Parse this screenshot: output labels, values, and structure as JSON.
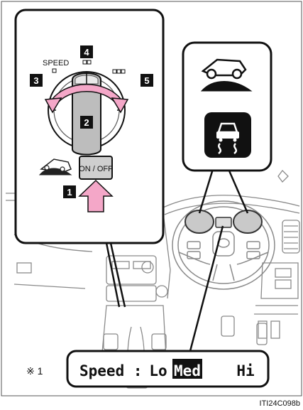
{
  "switch_panel": {
    "speed_label": "SPEED",
    "button_label": "ON / OFF",
    "position_badges": [
      "1",
      "2",
      "3",
      "4",
      "5"
    ]
  },
  "display": {
    "prefix": "Speed :",
    "options": [
      "Lo",
      "Med",
      "Hi"
    ],
    "selected": "Med"
  },
  "footnote": {
    "marker": "※ 1"
  },
  "figure_code": "ITI24C098b"
}
